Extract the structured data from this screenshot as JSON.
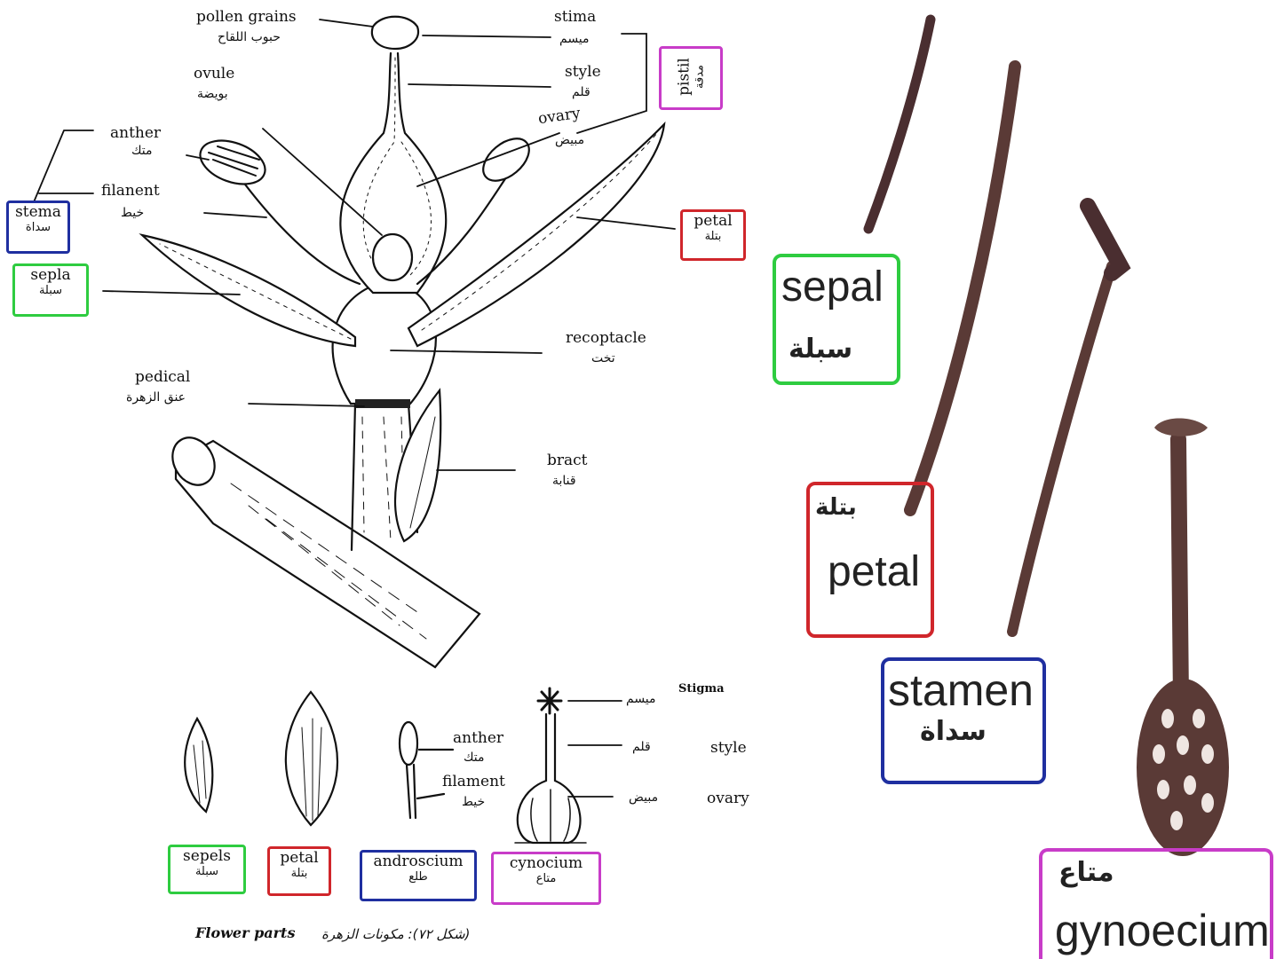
{
  "colors": {
    "green": "#2ecc40",
    "red": "#d0262b",
    "blue": "#1f2fa0",
    "magenta": "#c83cc8",
    "rod": "#5a3a36"
  },
  "labels": {
    "pollen_grains": "pollen grains",
    "pollen_grains_ar": "حبوب اللقاح",
    "stima": "stima",
    "stima_ar": "ميسم",
    "style": "style",
    "style_ar": "قلم",
    "ovary": "ovary",
    "ovary_ar": "مبيض",
    "ovule": "ovule",
    "ovule_ar": "بويضة",
    "anther": "anther",
    "anther_ar": "متك",
    "filanent": "filanent",
    "filanent_ar": "خيط",
    "petal": "petal",
    "petal_ar": "بتلة",
    "recoptacle": "recoptacle",
    "recoptacle_ar": "تخت",
    "pedical": "pedical",
    "pedical_ar": "عنق الزهرة",
    "bract": "bract",
    "bract_ar": "قنابة",
    "stigma_small": "Stigma",
    "stigma_small_ar": "ميسم",
    "style_small": "style",
    "style_small_ar": "قلم",
    "ovary_small": "ovary",
    "ovary_small_ar": "مبيض",
    "anther_small": "anther",
    "anther_small_ar": "متك",
    "filament_small": "filament",
    "filament_small_ar": "خيط",
    "caption": "Flower parts",
    "caption_ar": "(شكل ٧٢): مكونات الزهرة"
  },
  "boxes": {
    "pistil": {
      "en": "pistil",
      "ar": "مدقة"
    },
    "stema": {
      "en": "stema",
      "ar": "سداة"
    },
    "sepla": {
      "en": "sepla",
      "ar": "سبلة"
    },
    "petal": {
      "en": "petal",
      "ar": "بتلة"
    },
    "sepels": {
      "en": "sepels",
      "ar": "سبلة"
    },
    "petal2": {
      "en": "petal",
      "ar": "بتلة"
    },
    "androscium": {
      "en": "androscium",
      "ar": "طلع"
    },
    "cynocium": {
      "en": "cynocium",
      "ar": "متاع"
    }
  },
  "photo_boxes": {
    "sepal": {
      "en": "sepal",
      "ar": "سبلة"
    },
    "petal": {
      "en": "petal",
      "ar": "بتلة"
    },
    "stamen": {
      "en": "stamen",
      "ar": "سداة"
    },
    "gynoecium": {
      "en": "gynoecium",
      "ar": "متاع"
    }
  }
}
